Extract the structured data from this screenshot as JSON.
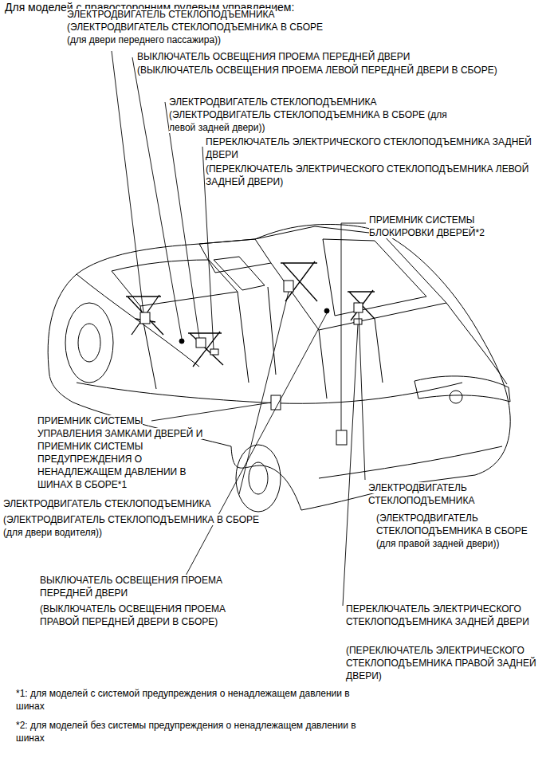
{
  "diagram": {
    "title": "Для моделей с правосторонним рулевым управлением:",
    "labels": [
      "ЭЛЕКТРОДВИГАТЕЛЬ СТЕКЛОПОДЪЕМНИКА",
      "(ЭЛЕКТРОДВИГАТЕЛЬ СТЕКЛОПОДЪЕМНИКА В СБОРЕ (для двери переднего пассажира))",
      "ВЫКЛЮЧАТЕЛЬ ОСВЕЩЕНИЯ ПРОЕМА ПЕРЕДНЕЙ ДВЕРИ",
      "(ВЫКЛЮЧАТЕЛЬ ОСВЕЩЕНИЯ ПРОЕМА ЛЕВОЙ ПЕРЕДНЕЙ ДВЕРИ В СБОРЕ)",
      "ЭЛЕКТРОДВИГАТЕЛЬ СТЕКЛОПОДЪЕМНИКА",
      "(ЭЛЕКТРОДВИГАТЕЛЬ СТЕКЛОПОДЪЕМНИКА В СБОРЕ (для левой задней двери))",
      "ПЕРЕКЛЮЧАТЕЛЬ ЭЛЕКТРИЧЕСКОГО СТЕКЛОПОДЪЕМНИКА ЗАДНЕЙ ДВЕРИ",
      "(ПЕРЕКЛЮЧАТЕЛЬ ЭЛЕКТРИЧЕСКОГО СТЕКЛОПОДЪЕМНИКА ЛЕВОЙ ЗАДНЕЙ ДВЕРИ)",
      "ПРИЕМНИК СИСТЕМЫ БЛОКИРОВКИ ДВЕРЕЙ*2",
      "ПРИЕМНИК СИСТЕМЫ УПРАВЛЕНИЯ ЗАМКАМИ ДВЕРЕЙ И ПРИЕМНИК СИСТЕМЫ ПРЕДУПРЕЖДЕНИЯ О НЕНАДЛЕЖАЩЕМ ДАВЛЕНИИ В ШИНАХ В СБОРЕ*1",
      "ЭЛЕКТРОДВИГАТЕЛЬ СТЕКЛОПОДЪЕМНИКА",
      "(ЭЛЕКТРОДВИГАТЕЛЬ СТЕКЛОПОДЪЕМНИКА В СБОРЕ (для двери водителя))",
      "ЭЛЕКТРОДВИГАТЕЛЬ СТЕКЛОПОДЪЕМНИКА",
      "(ЭЛЕКТРОДВИГАТЕЛЬ СТЕКЛОПОДЪЕМНИКА В СБОРЕ (для правой задней двери))",
      "ВЫКЛЮЧАТЕЛЬ ОСВЕЩЕНИЯ ПРОЕМА ПЕРЕДНЕЙ ДВЕРИ",
      "(ВЫКЛЮЧАТЕЛЬ ОСВЕЩЕНИЯ ПРОЕМА ПРАВОЙ ПЕРЕДНЕЙ ДВЕРИ В СБОРЕ)",
      "ПЕРЕКЛЮЧАТЕЛЬ ЭЛЕКТРИЧЕСКОГО СТЕКЛОПОДЪЕМНИКА ЗАДНЕЙ ДВЕРИ",
      "(ПЕРЕКЛЮЧАТЕЛЬ ЭЛЕКТРИЧЕСКОГО СТЕКЛОПОДЪЕМНИКА ПРАВОЙ ЗАДНЕЙ ДВЕРИ)",
      "*1: для моделей с системой предупреждения о ненадлежащем давлении в шинах",
      "*2: для моделей без системы предупреждения о ненадлежащем давлении в шинах"
    ]
  }
}
